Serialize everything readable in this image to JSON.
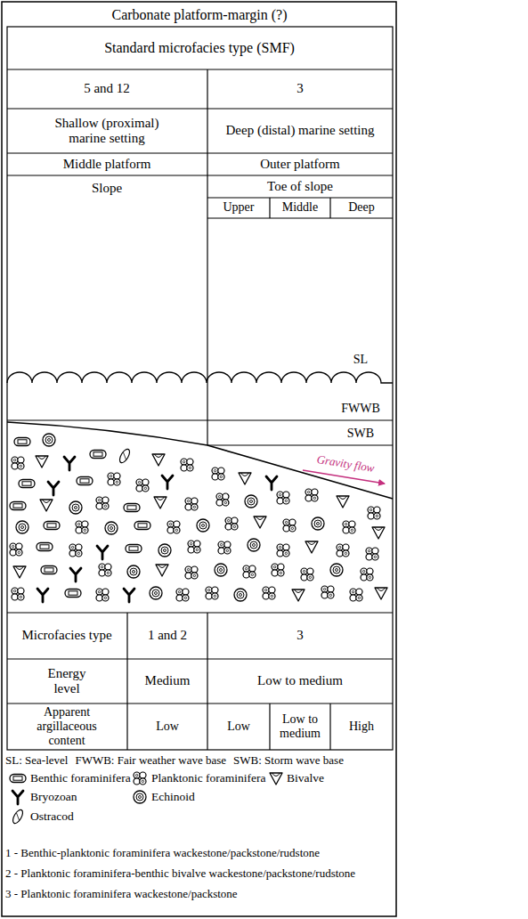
{
  "diagram": {
    "title": "Carbonate platform-margin (?)",
    "labels": [
      "Standard microfacies type (SMF)",
      "5 and 12",
      "3",
      "Shallow (proximal) marine setting",
      "Deep (distal) marine setting",
      "Middle platform",
      "Outer platform",
      "Slope",
      "Toe of slope",
      "Upper",
      "Middle",
      "Deep",
      "SL",
      "FWWB",
      "SWB",
      "Gravity flow",
      "Microfacies type",
      "1 and 2",
      "3",
      "Energy level",
      "Medium",
      "Low to medium",
      "Apparent argillaceous content",
      "Low",
      "Low",
      "Low to medium",
      "High",
      "SL: Sea-level",
      "FWWB: Fair weather wave base",
      "SWB: Storm wave base",
      "1 - Benthic-planktonic foraminifera wackestone/packstone/rudstone",
      "2 - Planktonic foraminifera-benthic bivalve wackestone/packstone/rudstone",
      "3 - Planktonic foraminifera wackestone/packstone"
    ],
    "legend": [
      {
        "text": "Benthic foraminifera"
      },
      {
        "text": "Planktonic foraminifera"
      },
      {
        "text": "Bivalve"
      },
      {
        "text": "Bryozoan"
      },
      {
        "text": "Echinoid"
      },
      {
        "text": "Ostracod"
      }
    ]
  }
}
